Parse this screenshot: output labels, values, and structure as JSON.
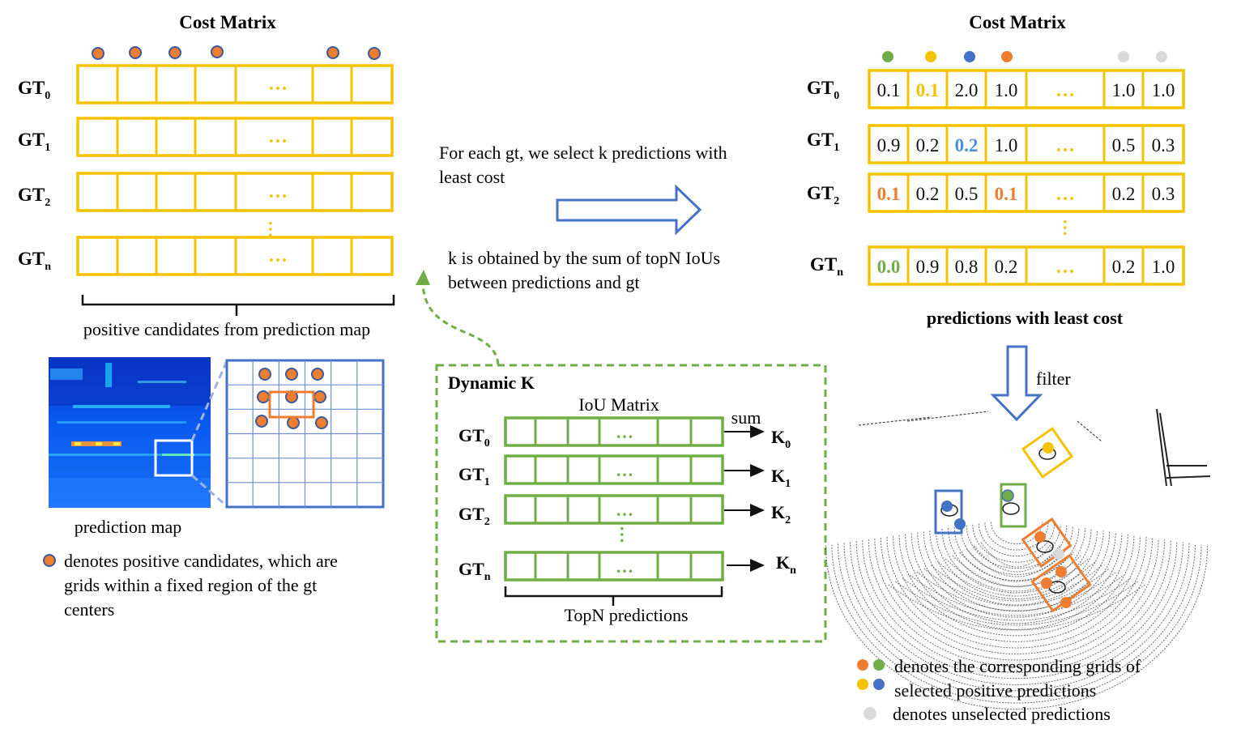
{
  "left_matrix": {
    "title": "Cost Matrix",
    "rows": [
      {
        "base": "GT",
        "sub": "0"
      },
      {
        "base": "GT",
        "sub": "1"
      },
      {
        "base": "GT",
        "sub": "2"
      },
      {
        "base": "GT",
        "sub": "n"
      }
    ],
    "ellipsis": "…",
    "brace_label": "positive candidates from prediction map",
    "prediction_map_label": "prediction map",
    "legend_line1": "denotes positive candidates, which are",
    "legend_line2": "grids within a fixed region of the gt",
    "legend_line3": "centers"
  },
  "middle": {
    "line1": "For each gt, we select k predictions with",
    "line2": "least cost",
    "k_line1": "k is obtained by the sum of topN IoUs",
    "k_line2": "between predictions and gt"
  },
  "dynamic_k": {
    "title": "Dynamic K",
    "matrix_title": "IoU Matrix",
    "sum_label": "sum",
    "rows": [
      {
        "base": "GT",
        "sub": "0",
        "k_base": "K",
        "k_sub": "0"
      },
      {
        "base": "GT",
        "sub": "1",
        "k_base": "K",
        "k_sub": "1"
      },
      {
        "base": "GT",
        "sub": "2",
        "k_base": "K",
        "k_sub": "2"
      },
      {
        "base": "GT",
        "sub": "n",
        "k_base": "K",
        "k_sub": "n"
      }
    ],
    "ellipsis": "…",
    "brace_label": "TopN predictions"
  },
  "right_matrix": {
    "title": "Cost Matrix",
    "rows": [
      {
        "base": "GT",
        "sub": "0",
        "values": [
          "0.1",
          "0.1",
          "2.0",
          "1.0",
          "…",
          "1.0",
          "1.0"
        ],
        "highlight": {
          "1": "#f5c200"
        }
      },
      {
        "base": "GT",
        "sub": "1",
        "values": [
          "0.9",
          "0.2",
          "0.2",
          "1.0",
          "…",
          "0.5",
          "0.3"
        ],
        "highlight": {
          "2": "#4a90d9"
        }
      },
      {
        "base": "GT",
        "sub": "2",
        "values": [
          "0.1",
          "0.2",
          "0.5",
          "0.1",
          "…",
          "0.2",
          "0.3"
        ],
        "highlight": {
          "0": "#ed7d31",
          "3": "#ed7d31"
        }
      },
      {
        "base": "GT",
        "sub": "n",
        "values": [
          "0.0",
          "0.9",
          "0.8",
          "0.2",
          "…",
          "0.2",
          "1.0"
        ],
        "highlight": {
          "0": "#70ad47"
        }
      }
    ],
    "caption": "predictions with least cost",
    "filter_label": "filter",
    "legend_line1": "denotes the corresponding grids of",
    "legend_line2": "selected positive predictions",
    "legend_line3": "denotes unselected predictions"
  },
  "colors": {
    "matrix_yellow": "#f5c200",
    "iou_green": "#70ad47",
    "arrow_blue": "#4472c4",
    "orange": "#ed7d31",
    "blue_dot": "#4472c4",
    "green_dot": "#70ad47",
    "yellow_dot": "#f5c200",
    "gray_dot": "#d9d9d9"
  }
}
